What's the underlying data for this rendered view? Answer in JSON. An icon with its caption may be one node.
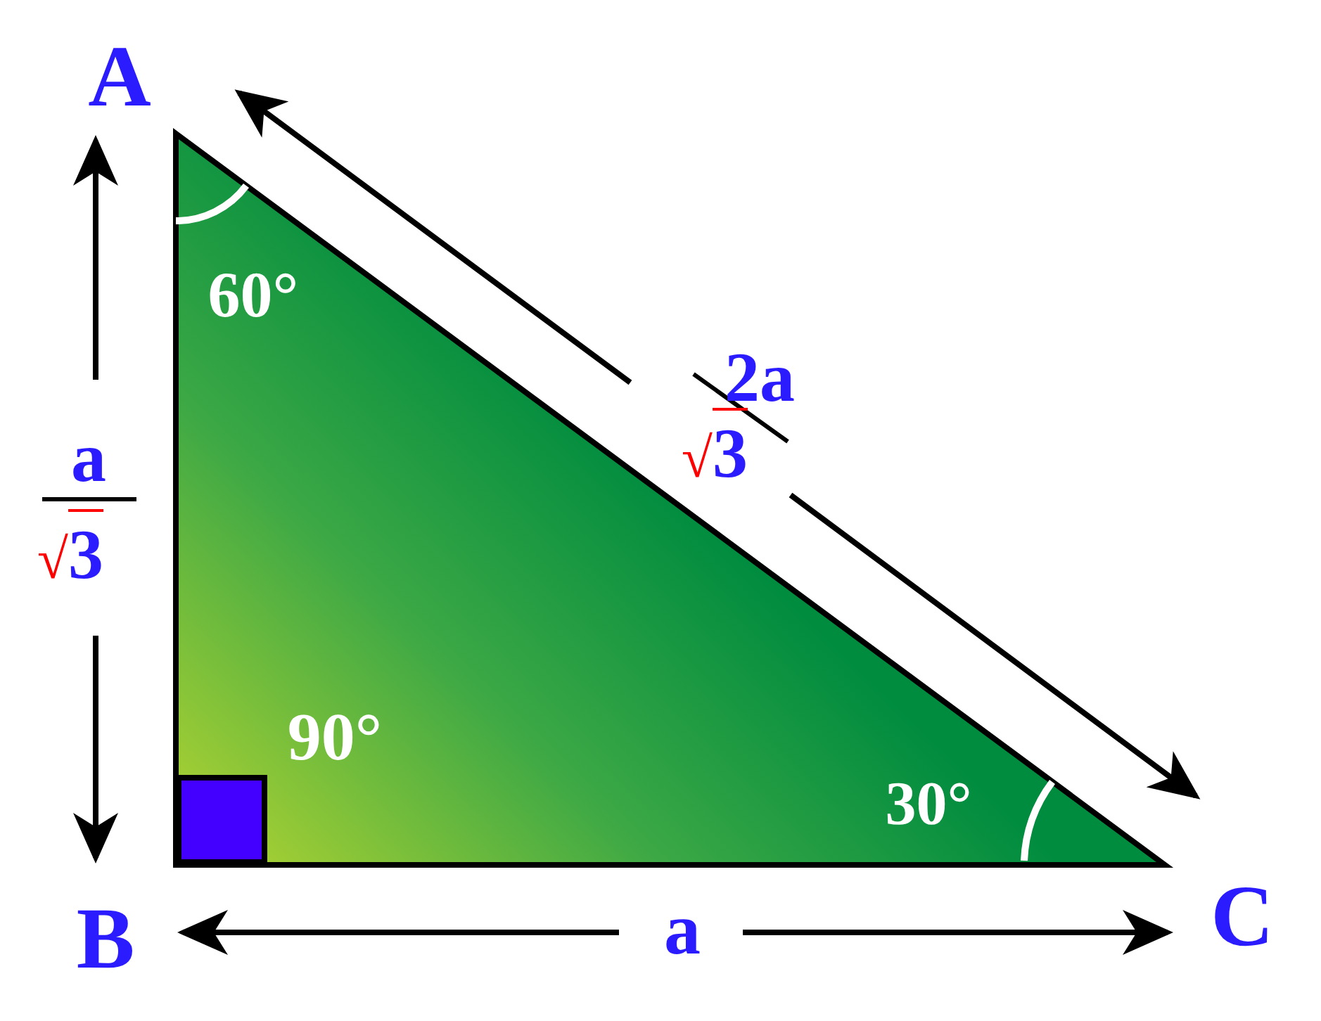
{
  "diagram": {
    "labels": [
      "A",
      "2a",
      "√3",
      "60°",
      "a",
      "√3",
      "90°",
      "30°",
      "B",
      "a",
      "C"
    ]
  }
}
